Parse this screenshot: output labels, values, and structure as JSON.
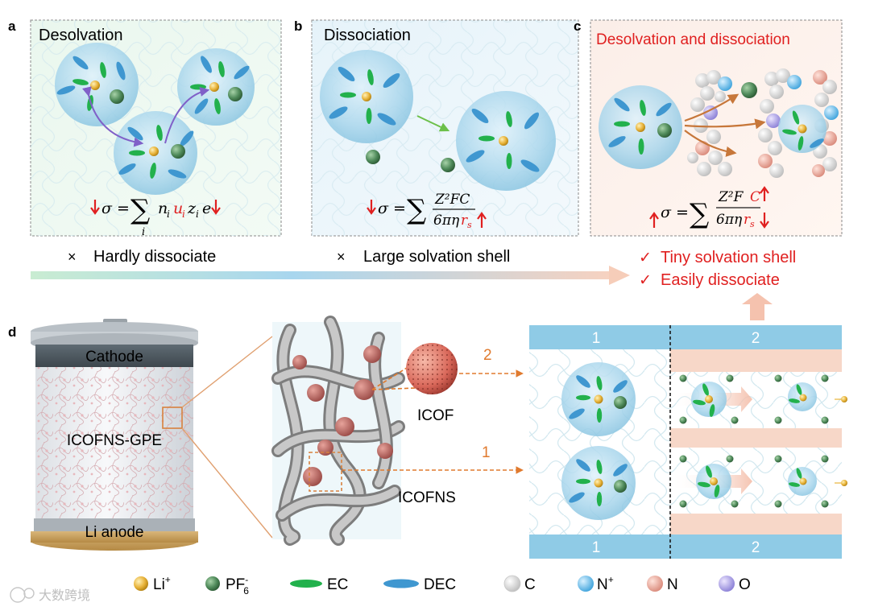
{
  "panels": {
    "a": {
      "letter": "a",
      "title": "Desolvation",
      "note_mark": "×",
      "note": "Hardly dissociate",
      "eq": {
        "lhs": "σ =",
        "sum": "∑",
        "sub": "i",
        "n": "n",
        "ni": "i",
        "u": "u",
        "ui": "i",
        "z": "z",
        "zi": "i",
        "e": "e"
      }
    },
    "b": {
      "letter": "b",
      "title": "Dissociation",
      "note_mark": "×",
      "note": "Large solvation shell",
      "eq": {
        "lhs": "σ =",
        "sum": "∑",
        "num": "Z²FC",
        "den_a": "6πη",
        "den_r": "r",
        "den_s": "s"
      }
    },
    "c": {
      "letter": "c",
      "title": "Desolvation and dissociation",
      "eq": {
        "lhs": "σ =",
        "sum": "∑",
        "num_a": "Z²F",
        "num_c": "C",
        "den_a": "6πη",
        "den_r": "r",
        "den_s": "s"
      },
      "checks": [
        {
          "mark": "✓",
          "text": "Tiny solvation shell"
        },
        {
          "mark": "✓",
          "text": "Easily dissociate"
        }
      ]
    },
    "d": {
      "letter": "d",
      "cathode": "Cathode",
      "gpe": "ICOFNS-GPE",
      "anode": "Li anode",
      "icof": "ICOF",
      "icofns": "ICOFNS",
      "path_2": "2",
      "path_1": "1",
      "channel_labels": [
        "1",
        "2",
        "1",
        "2"
      ]
    }
  },
  "legend": [
    {
      "label": "Li",
      "sup": "+",
      "sub": ""
    },
    {
      "label": "PF",
      "sup": "-",
      "sub": "6"
    },
    {
      "label": "EC",
      "sup": "",
      "sub": ""
    },
    {
      "label": "DEC",
      "sup": "",
      "sub": ""
    },
    {
      "label": "C",
      "sup": "",
      "sub": ""
    },
    {
      "label": "N",
      "sup": "+",
      "sub": ""
    },
    {
      "label": "N",
      "sup": "",
      "sub": ""
    },
    {
      "label": "O",
      "sup": "",
      "sub": ""
    }
  ],
  "watermark": "大数跨境",
  "colors": {
    "li": "#e8b33a",
    "pf6": "#4f8a5a",
    "ec": "#22b14c",
    "dec": "#3f97d0",
    "red": "#e02020",
    "orange": "#e07a2e",
    "shell": "#bfe0f0",
    "channel": "#8fcbe6",
    "pink": "#f7d7c8"
  }
}
